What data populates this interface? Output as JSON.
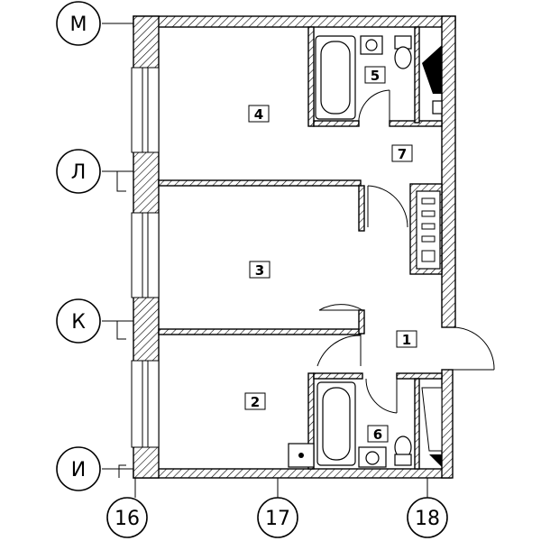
{
  "axes": {
    "rows": [
      "М",
      "Л",
      "К",
      "И"
    ],
    "cols": [
      "16",
      "17",
      "18"
    ]
  },
  "rooms": [
    "1",
    "2",
    "3",
    "4",
    "5",
    "6",
    "7"
  ]
}
